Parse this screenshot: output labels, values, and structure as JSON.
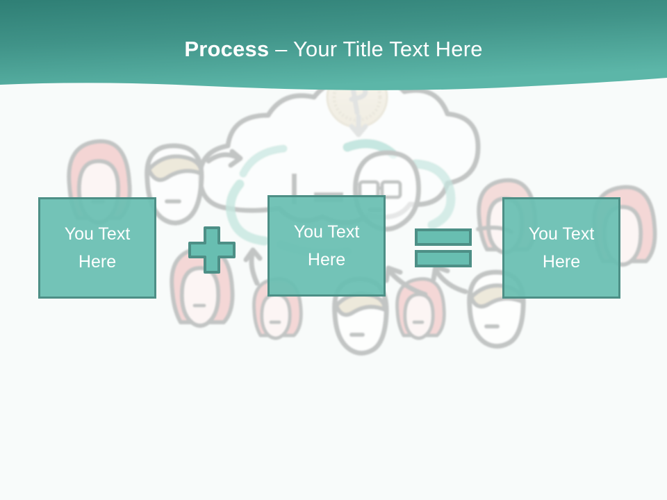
{
  "slide": {
    "background_color": "#f8fbfa",
    "title": {
      "bold_part": "Process",
      "rest_part": " – Your Title Text Here",
      "color": "#ffffff"
    },
    "header": {
      "gradient_top": "#35867c",
      "gradient_bottom": "#5cb6a8",
      "shape": "wave-bottom-edge"
    },
    "theme": {
      "box_fill": "#68beb1",
      "box_border": "#4d8f86",
      "accent_teal": "#4aa396",
      "sketch_gray": "#b9bcbb",
      "sketch_pink": "#f0c3c1",
      "sketch_cream": "#e4ddcb"
    },
    "boxes": [
      {
        "id": "box-1",
        "label": "You Text\nHere"
      },
      {
        "id": "box-2",
        "label": "You Text\nHere"
      },
      {
        "id": "box-3",
        "label": "You Text\nHere"
      }
    ],
    "operators": [
      {
        "id": "op-plus",
        "symbol": "plus"
      },
      {
        "id": "op-equals",
        "symbol": "equals"
      }
    ],
    "illustration": {
      "description": "hand-drawn sketch of a cloud with a face wearing glasses, surrounded by faces of people, curved arrows and a coin",
      "elements": [
        "coin-medal",
        "down-arrow",
        "cloud",
        "face-in-cloud-with-glasses",
        "person-faces",
        "curved-arrows"
      ]
    }
  }
}
